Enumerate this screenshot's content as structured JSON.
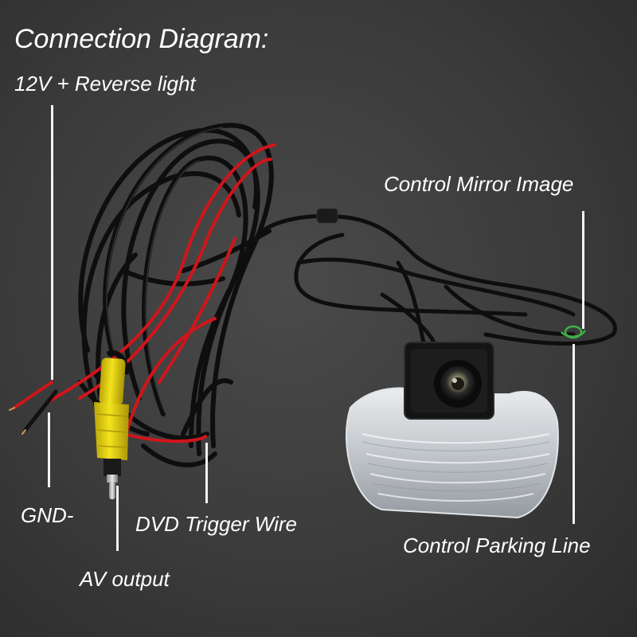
{
  "title": "Connection Diagram:",
  "labels": {
    "power": "12V + Reverse light",
    "gnd": "GND-",
    "av_output": "AV output",
    "dvd_trigger": "DVD Trigger Wire",
    "mirror": "Control Mirror Image",
    "parking": "Control Parking Line"
  },
  "colors": {
    "background": "#3a3a3a",
    "cable_black": "#0e0e0e",
    "cable_red": "#d0151b",
    "rca_yellow": "#e6d313",
    "loop_wire_green": "#3fae48",
    "label_text": "#ffffff"
  }
}
